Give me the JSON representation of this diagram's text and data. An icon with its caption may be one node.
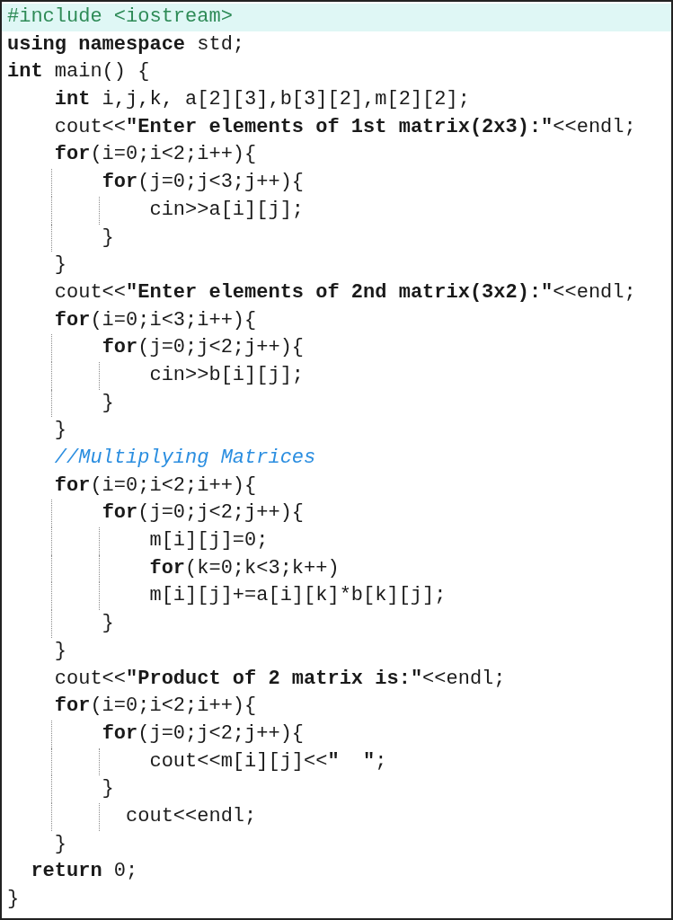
{
  "diagram": {
    "labels": [
      "#include <iostream>",
      "**using namespace** std;",
      "**int** main() {",
      "    **int** i,j,k, a[2][3],b[3][2],m[2][2];",
      "    cout<<**\"Enter elements of 1st matrix(2x3):\"**<<endl;",
      "    **for**(i=0;i<2;i++){",
      "        **for**(j=0;j<3;j++){",
      "            cin>>a[i][j];",
      "        }",
      "    }",
      "    cout<<**\"Enter elements of 2nd matrix(3x2):\"**<<endl;",
      "    **for**(i=0;i<3;i++){",
      "        **for**(j=0;j<2;j++){",
      "            cin>>b[i][j];",
      "        }",
      "    }",
      "    *//Multiplying Matrices*",
      "    **for**(i=0;i<2;i++){",
      "        **for**(j=0;j<2;j++){",
      "            m[i][j]=0;",
      "            **for**(k=0;k<3;k++)",
      "            m[i][j]+=a[i][k]*b[k][j];",
      "        }",
      "    }",
      "    cout<<**\"Product of 2 matrix is:\"**<<endl;",
      "    **for**(i=0;i<2;i++){",
      "        **for**(j=0;j<2;j++){",
      "            cout<<m[i][j]<<**\"  \"**;",
      "        }",
      "          cout<<endl;",
      "    }",
      "  **return** 0;",
      "}"
    ]
  }
}
